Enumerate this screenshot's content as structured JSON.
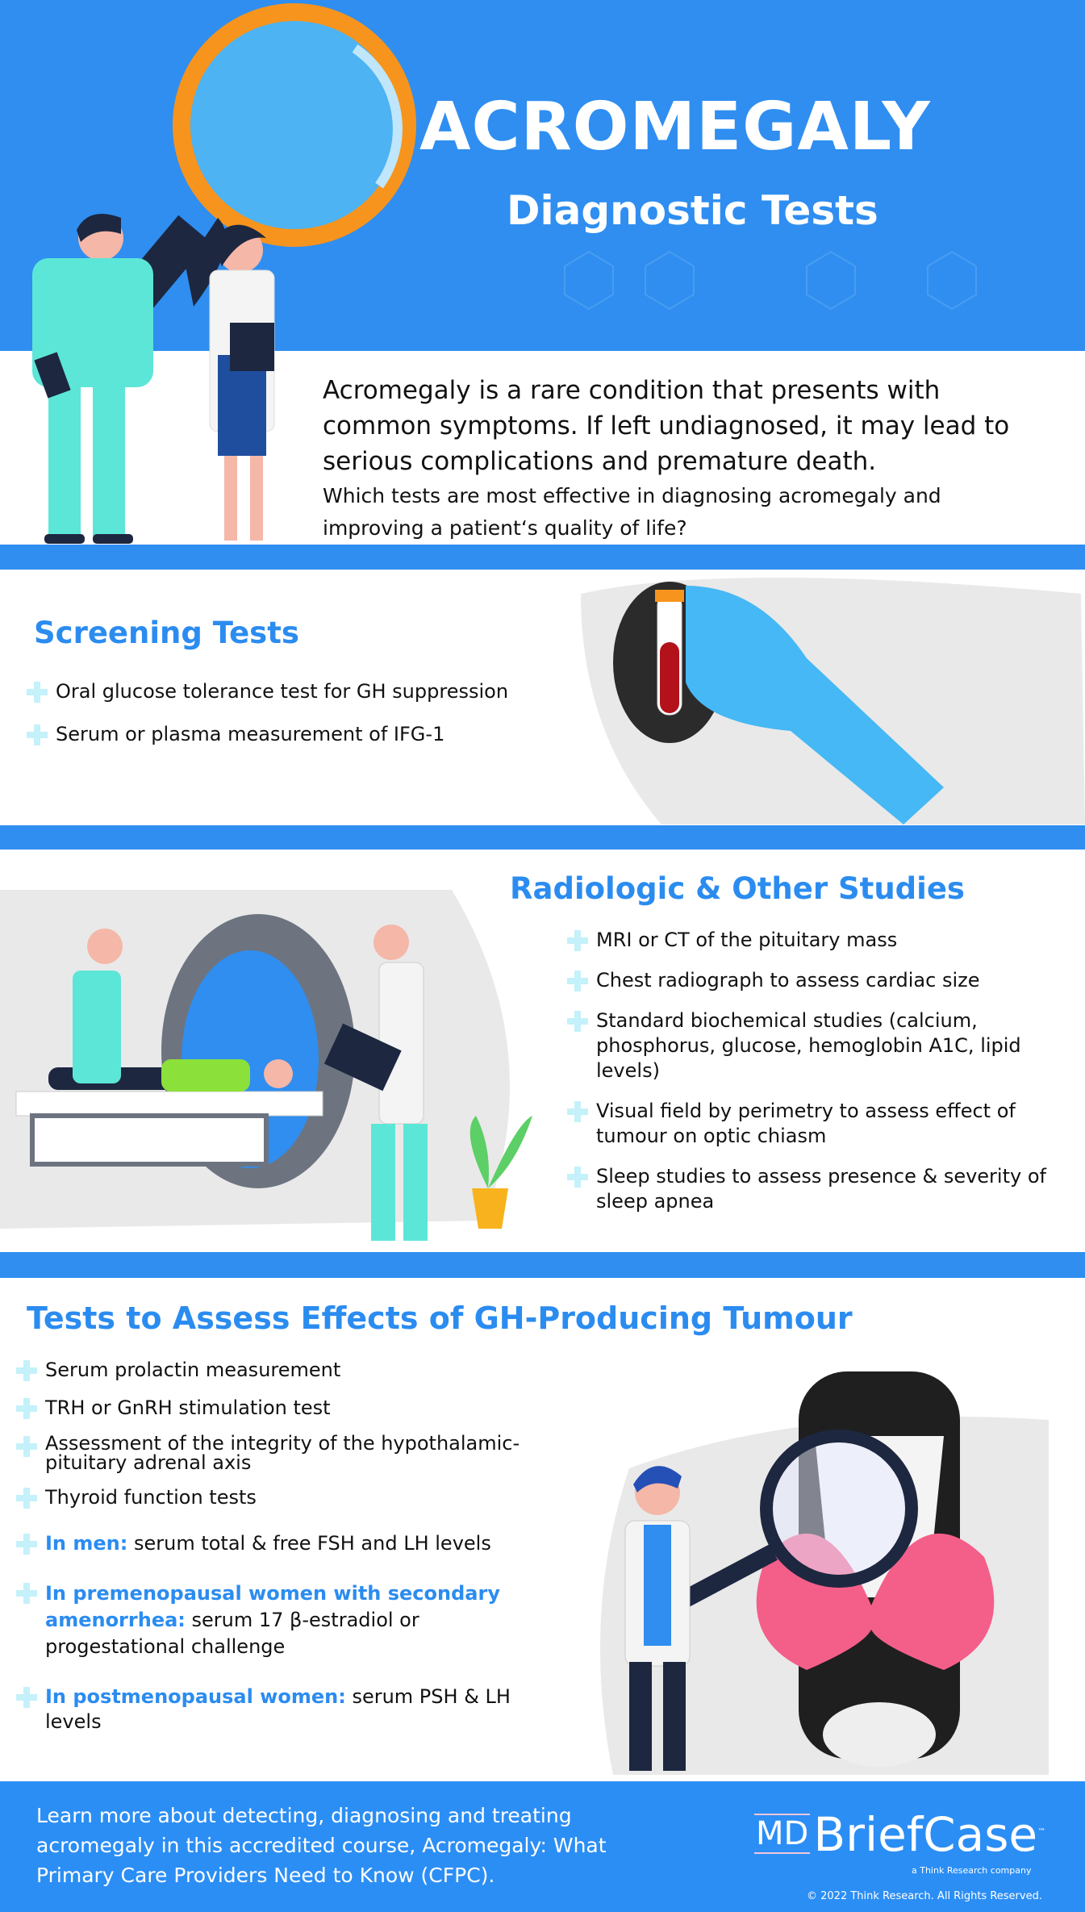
{
  "header": {
    "title": "ACROMEGALY",
    "subtitle": "Diagnostic Tests"
  },
  "intro": {
    "lead": "Acromegaly is a rare condition that presents with common symptoms. If left undiagnosed, it may lead to serious complications and premature death.",
    "question": "Which tests are most effective in diagnosing acromegaly and improving a patient‘s quality of life?"
  },
  "screening": {
    "title": "Screening Tests",
    "items": [
      "Oral glucose tolerance test for GH suppression",
      "Serum or plasma measurement of IFG-1"
    ]
  },
  "radiologic": {
    "title": "Radiologic & Other Studies",
    "items": [
      "MRI or CT of the pituitary mass",
      "Chest radiograph to assess cardiac size",
      "Standard biochemical studies (calcium, phosphorus, glucose, hemoglobin A1C, lipid levels)",
      "Visual field by perimetry to assess effect of tumour on optic chiasm",
      "Sleep studies to assess presence & severity of sleep apnea"
    ]
  },
  "tumour": {
    "title": "Tests to Assess Effects of GH-Producing Tumour",
    "items": [
      {
        "label": "",
        "text": "Serum prolactin measurement"
      },
      {
        "label": "",
        "text": "TRH or GnRH stimulation test"
      },
      {
        "label": "",
        "text": "Assessment of the integrity of the hypothalamic-pituitary adrenal axis"
      },
      {
        "label": "",
        "text": "Thyroid function tests"
      },
      {
        "label": "In men:",
        "text": "serum total & free FSH and LH levels"
      },
      {
        "label": "In premenopausal women with secondary amenorrhea:",
        "text": "serum 17 β-estradiol or progestational challenge"
      },
      {
        "label": "In postmenopausal women:",
        "text": "serum PSH & LH levels"
      }
    ]
  },
  "footer": {
    "text": "Learn more about detecting, diagnosing and treating acromegaly in this accredited course, Acromegaly: What Primary Care Providers Need to Know (CFPC).",
    "logo_md": "MD",
    "logo_name": "BriefCase",
    "logo_tm": "™",
    "tagline": "a Think Research company",
    "copyright": "© 2022 Think Research. All Rights Reserved."
  },
  "colors": {
    "brand_blue": "#2f8ef0",
    "heading_blue": "#2b8cf0",
    "plus_icon": "#c4f1fa"
  }
}
